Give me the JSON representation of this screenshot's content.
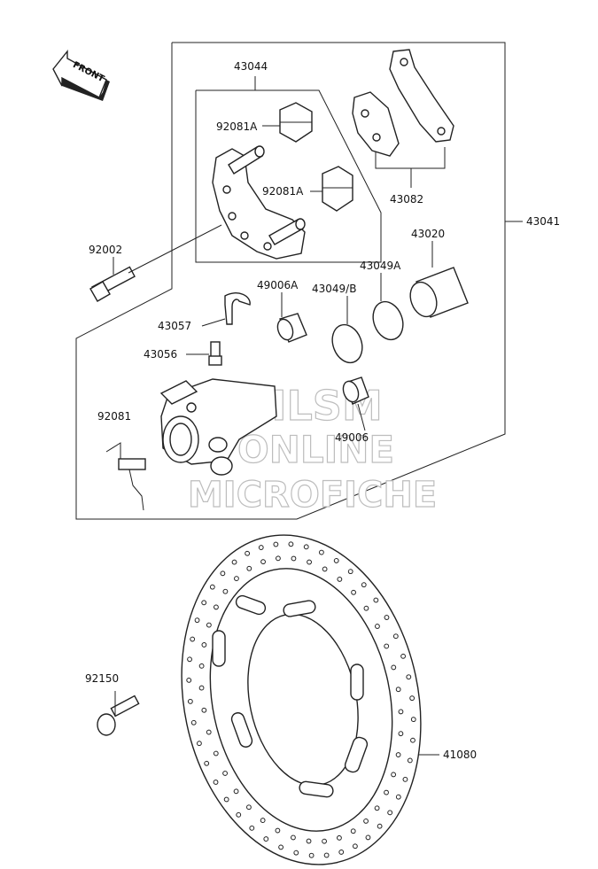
{
  "front_badge": "FRONT",
  "watermark": {
    "line1": "HLSM",
    "line2": "ONLINE",
    "line3": "MICROFICHE"
  },
  "labels": {
    "p43044": "43044",
    "p92081A_top": "92081A",
    "p92081A_mid": "92081A",
    "p43082": "43082",
    "p43041": "43041",
    "p92002": "92002",
    "p43020": "43020",
    "p43049A": "43049A",
    "p49006A": "49006A",
    "p43049B": "43049/B",
    "p43057": "43057",
    "p43056": "43056",
    "p92081": "92081",
    "p49006": "49006",
    "p92150": "92150",
    "p41080": "41080"
  }
}
